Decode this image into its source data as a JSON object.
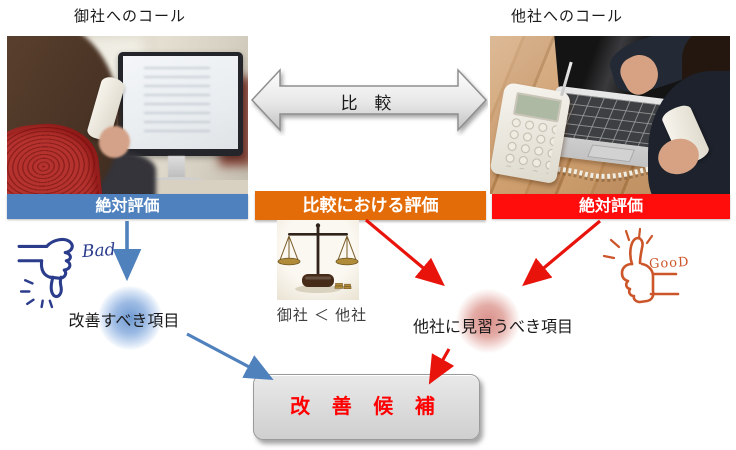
{
  "header": {
    "left_title": "御社へのコール",
    "right_title": "他社へのコール"
  },
  "compare": {
    "label": "比 較"
  },
  "evaluation_bars": {
    "left": {
      "label": "絶対評価",
      "color": "#4E81BD"
    },
    "center": {
      "label": "比較における評価",
      "color": "#E36C09"
    },
    "right": {
      "label": "絶対評価",
      "color": "#FE0D0C"
    }
  },
  "annotations": {
    "bad_label": "Bad",
    "good_label": "GooD",
    "scale_caption": "御社 ＜ 他社",
    "improve_item": "改善すべき項目",
    "learn_item": "他社に見習うべき項目"
  },
  "result": {
    "label": "改 善 候 補",
    "text_color": "#FF0000"
  },
  "colors": {
    "blue_accent": "#4E81BD",
    "orange_accent": "#E36C09",
    "red_accent": "#FE0D0C",
    "bad_ink": "#2B3C8C",
    "good_ink": "#CC5529",
    "compare_arrow_fill": "#E3E3E3",
    "result_box_fill": "#D6D6D6"
  }
}
